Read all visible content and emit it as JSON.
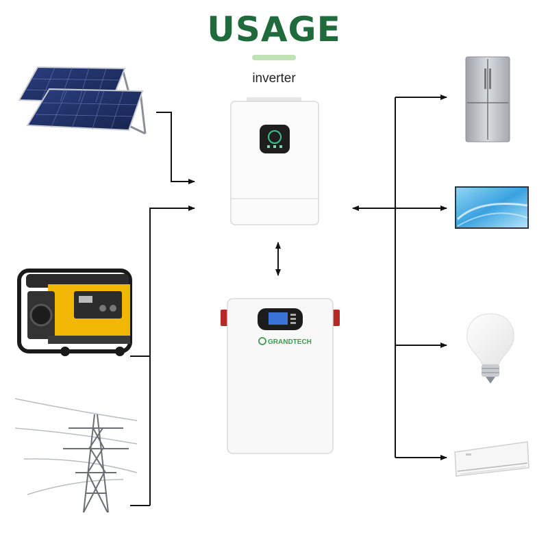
{
  "title": "USAGE",
  "inverter_label": "inverter",
  "battery_brand": "GRANDTECH",
  "colors": {
    "title": "#1f6b3b",
    "title_bar": "#bfe3b4",
    "line": "#111111",
    "brand": "#3e9a52"
  },
  "sources": [
    "solar-panels-icon",
    "generator-icon",
    "power-tower-icon"
  ],
  "loads": [
    "refrigerator-icon",
    "television-icon",
    "light-bulb-icon",
    "air-conditioner-icon"
  ],
  "devices": [
    "inverter-icon",
    "battery-icon"
  ]
}
